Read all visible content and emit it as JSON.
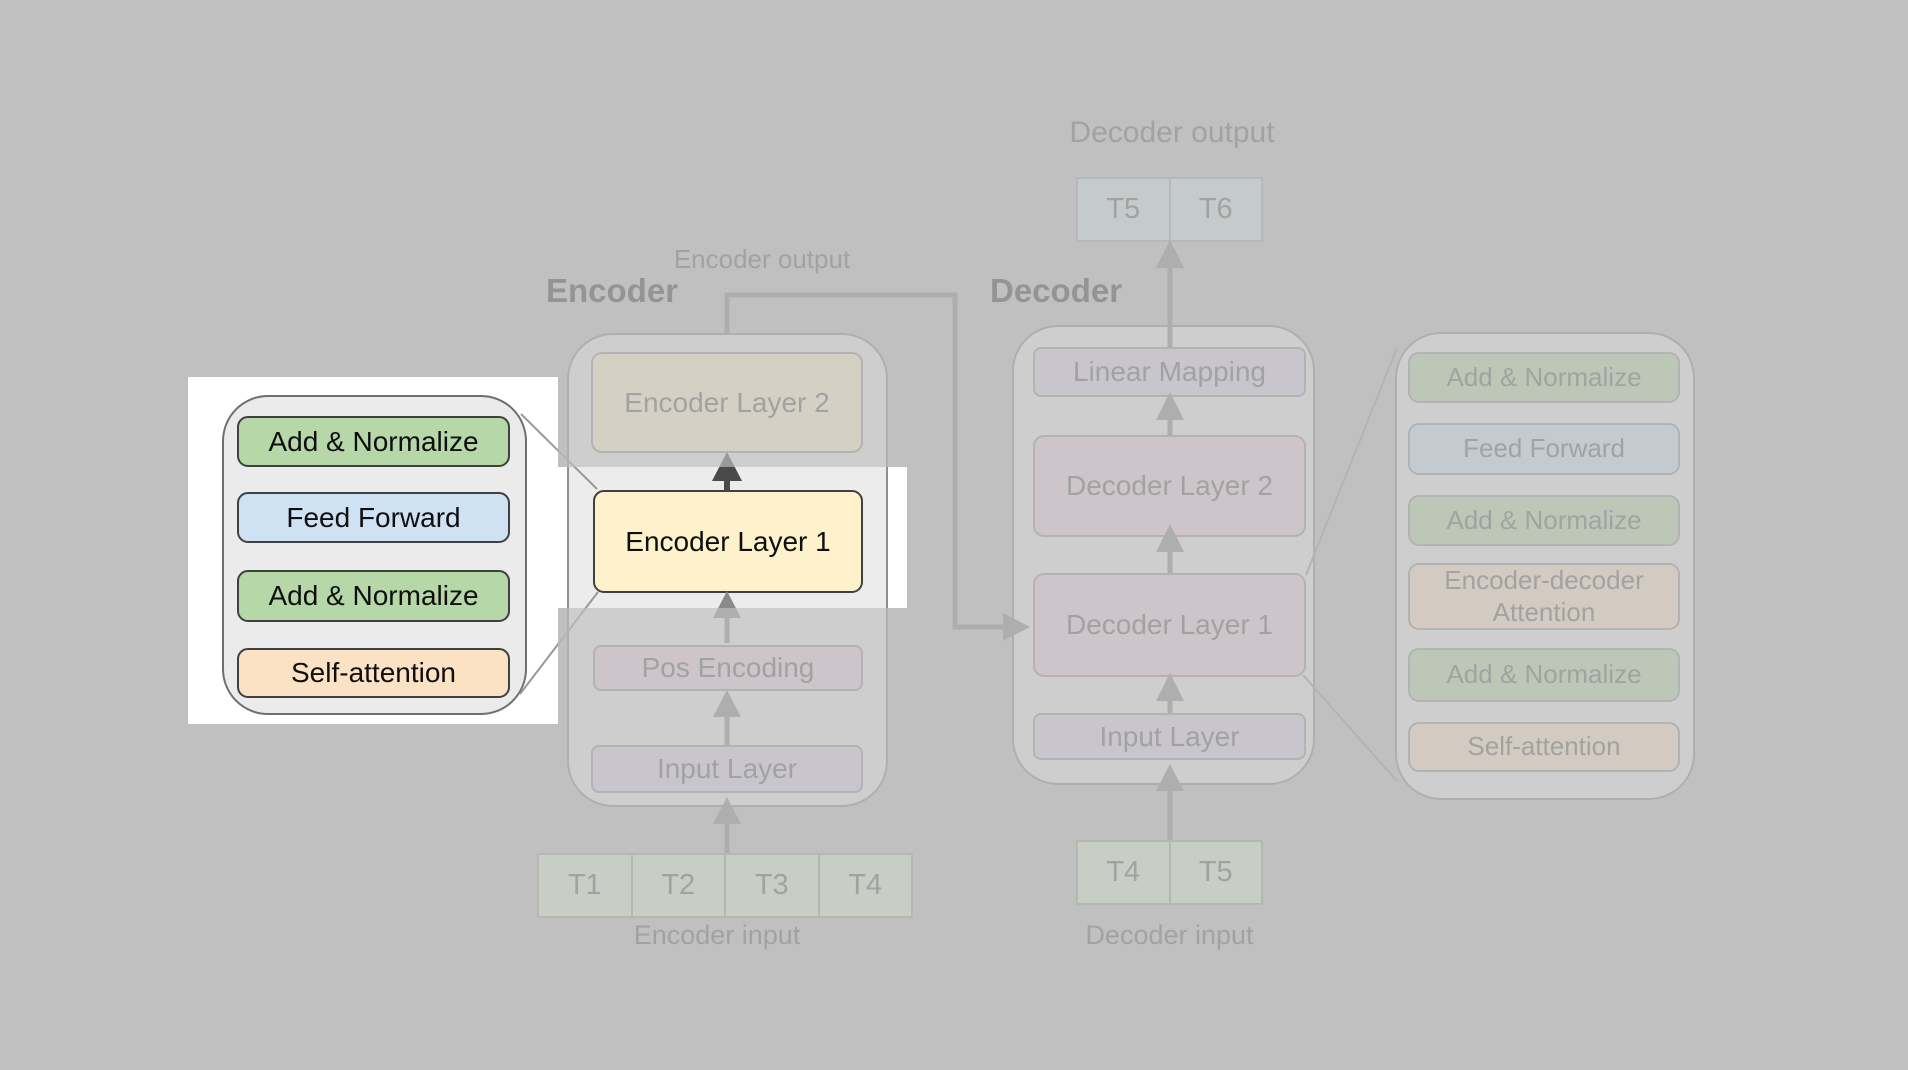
{
  "left_panel": {
    "items": [
      {
        "label": "Add & Normalize",
        "color": "#b6d7a8"
      },
      {
        "label": "Feed Forward",
        "color": "#cfe2f3"
      },
      {
        "label": "Add & Normalize",
        "color": "#b6d7a8"
      },
      {
        "label": "Self-attention",
        "color": "#fbe2c5"
      }
    ]
  },
  "encoder": {
    "title": "Encoder",
    "layer2_label": "Encoder Layer 2",
    "layer1_label": "Encoder Layer 1",
    "pos_encoding_label": "Pos Encoding",
    "input_layer_label": "Input Layer",
    "input_tokens": [
      "T1",
      "T2",
      "T3",
      "T4"
    ],
    "input_caption": "Encoder input",
    "output_caption": "Encoder output"
  },
  "decoder": {
    "title": "Decoder",
    "linear_mapping_label": "Linear Mapping",
    "layer2_label": "Decoder Layer 2",
    "layer1_label": "Decoder Layer 1",
    "input_layer_label": "Input Layer",
    "input_tokens": [
      "T4",
      "T5"
    ],
    "output_tokens": [
      "T5",
      "T6"
    ],
    "input_caption": "Decoder input",
    "output_caption": "Decoder output"
  },
  "right_panel": {
    "items": [
      {
        "label": "Add & Normalize",
        "color": "#b6d7a8"
      },
      {
        "label": "Feed Forward",
        "color": "#cfe2f3"
      },
      {
        "label": "Add & Normalize",
        "color": "#b6d7a8"
      },
      {
        "label": "Encoder-decoder Attention",
        "color": "#fbe2c5"
      },
      {
        "label": "Add & Normalize",
        "color": "#b6d7a8"
      },
      {
        "label": "Self-attention",
        "color": "#fbe2c5"
      }
    ]
  },
  "colors": {
    "page_background": "#c0c0c0",
    "spotlight_background": "#ffffff",
    "layer_yellow": "#fdf2cb",
    "add_normalize_green": "#b6d7a8",
    "feed_forward_blue": "#cfe2f3",
    "attention_peach": "#fbe2c5",
    "io_lavender": "#d9d2e9",
    "pos_encoding_pink": "#ead1dc",
    "token_green": "#d9ead3",
    "token_cyan": "#d0e0e3",
    "arrow_gray": "#8a8a8a",
    "highlight_arrow_dark": "#4a4a4a"
  }
}
